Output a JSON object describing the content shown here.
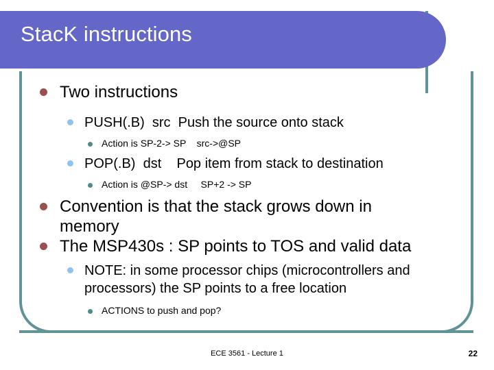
{
  "slide": {
    "title": "StacK instructions",
    "colors": {
      "title_bar": "#6567c8",
      "frame_border": "#5f9396",
      "bullet_level1": "#99514f",
      "bullet_level2": "#8fc4ef",
      "bullet_level3": "#4f8b8b",
      "text": "#000000",
      "title_text": "#ffffff",
      "background": "#ffffff"
    },
    "body": [
      {
        "level": 1,
        "text": "Two instructions"
      },
      {
        "level": 2,
        "text": "PUSH(.B)  src  Push the source onto stack"
      },
      {
        "level": 3,
        "text": "Action is SP-2-> SP    src->@SP"
      },
      {
        "level": 2,
        "text": "POP(.B)  dst    Pop item from stack to destination"
      },
      {
        "level": 3,
        "text": "Action is @SP-> dst     SP+2 -> SP"
      },
      {
        "level": 1,
        "text": "Convention is that the stack grows down in memory"
      },
      {
        "level": 1,
        "text": "The MSP430s : SP points to TOS and valid data"
      },
      {
        "level": 2,
        "text": "NOTE: in some processor chips (microcontrollers and processors) the SP points to a free location"
      },
      {
        "level": 3,
        "text": "ACTIONS to push and pop?"
      }
    ],
    "footer": {
      "center": "ECE 3561 - Lecture 1",
      "page_number": "22"
    }
  }
}
